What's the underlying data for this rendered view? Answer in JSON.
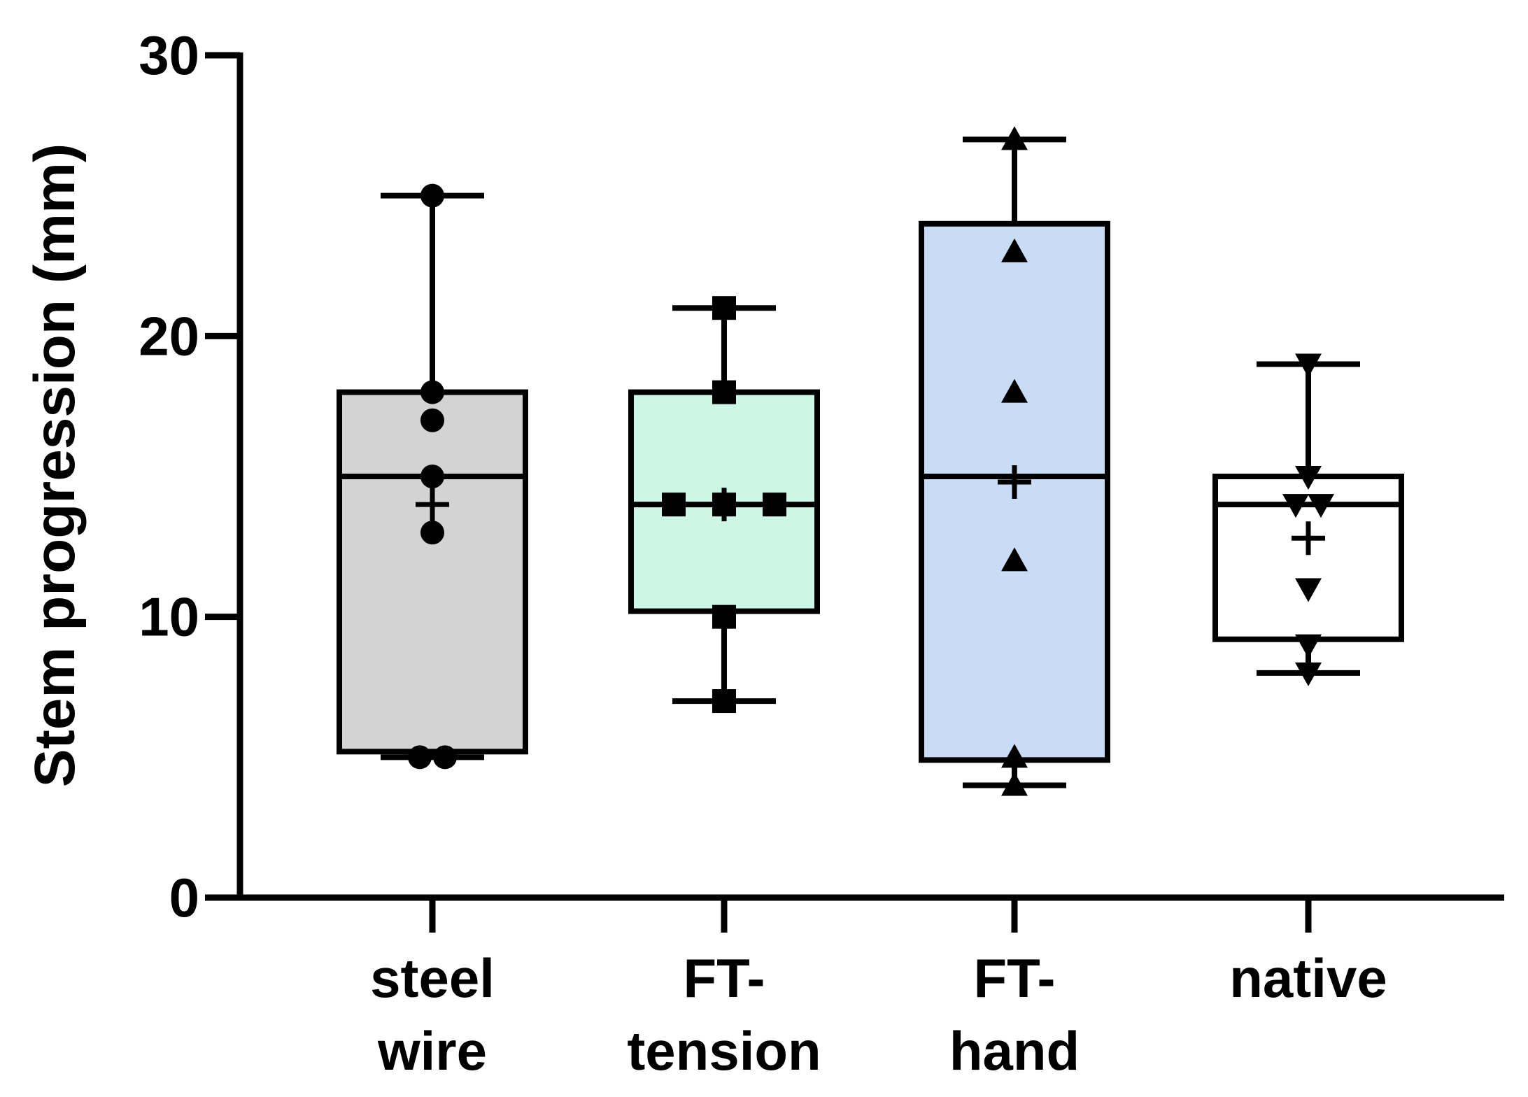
{
  "chart_data": {
    "type": "box",
    "title": "",
    "ylabel": "Stem progression (mm)",
    "xlabel": "",
    "ylim": [
      0,
      30
    ],
    "yticks": [
      {
        "value": 0,
        "label": "0"
      },
      {
        "value": 10,
        "label": "10"
      },
      {
        "value": 20,
        "label": "20"
      },
      {
        "value": 30,
        "label": "30"
      }
    ],
    "grid": false,
    "legend": "none",
    "groups": [
      {
        "label_lines": [
          "steel",
          "wire"
        ],
        "fill": "#d3d3d3",
        "marker": "circle",
        "min": 5,
        "q1": 5.2,
        "median": 15,
        "q3": 18,
        "max": 25,
        "mean": 14,
        "points": [
          25,
          18,
          17,
          15,
          13,
          5,
          5
        ]
      },
      {
        "label_lines": [
          "FT-",
          "tension"
        ],
        "fill": "#ccf6e6",
        "marker": "square",
        "min": 7,
        "q1": 10.2,
        "median": 14,
        "q3": 18,
        "max": 21,
        "mean": 14,
        "points": [
          21,
          18,
          14,
          14,
          14,
          10,
          7
        ]
      },
      {
        "label_lines": [
          "FT-",
          "hand"
        ],
        "fill": "#c9dcf6",
        "marker": "triangle-up",
        "min": 4,
        "q1": 4.9,
        "median": 15,
        "q3": 24,
        "max": 27,
        "mean": 14.8,
        "points": [
          27,
          23,
          18,
          12,
          5,
          4
        ]
      },
      {
        "label_lines": [
          "native",
          ""
        ],
        "fill": "#ffffff",
        "marker": "triangle-down",
        "min": 8,
        "q1": 9.2,
        "median": 14,
        "q3": 15,
        "max": 19,
        "mean": 12.8,
        "points": [
          19,
          15,
          14,
          14,
          11,
          9,
          8
        ]
      }
    ]
  }
}
